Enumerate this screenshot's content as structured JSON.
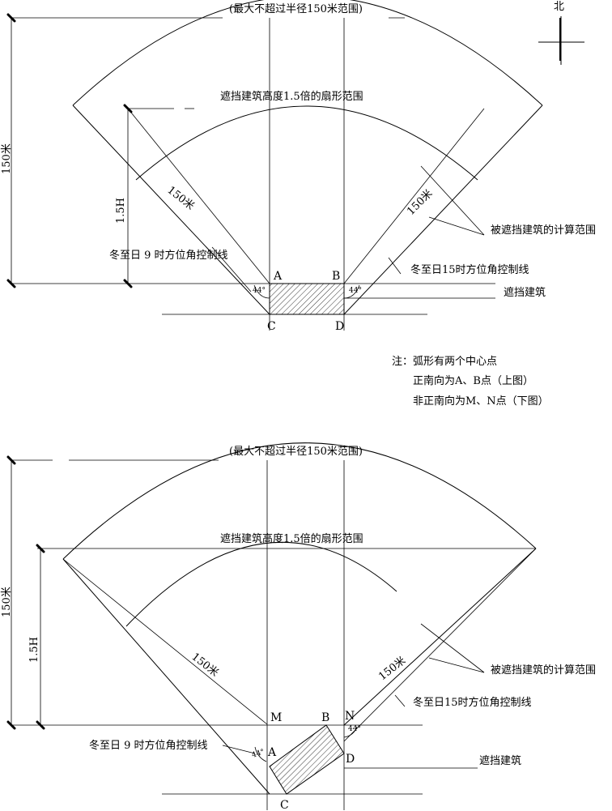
{
  "north_label": "北",
  "note": {
    "title": "注：弧形有两个中心点",
    "line1": "正南向为A、B点（上图）",
    "line2": "非正南向为M、N点（下图）"
  },
  "top": {
    "max_range": "(最大不超过半径150米范围)",
    "fan_label": "遮挡建筑高度1.5倍的扇形范围",
    "dim_150": "150米",
    "dim_15h": "1.5H",
    "radius_left": "150米",
    "radius_right": "150米",
    "calc_range": "被遮挡建筑的计算范围",
    "line_9": "冬至日 9 时方位角控制线",
    "line_15": "冬至日15时方位角控制线",
    "building": "遮挡建筑",
    "angle_left": "44°",
    "angle_right": "44°",
    "pt_a": "A",
    "pt_b": "B",
    "pt_c": "C",
    "pt_d": "D"
  },
  "bottom": {
    "max_range": "(最大不超过半径150米范围)",
    "fan_label": "遮挡建筑高度1.5倍的扇形范围",
    "dim_150": "150米",
    "dim_15h": "1.5H",
    "radius_left": "150米",
    "radius_right": "150米",
    "calc_range": "被遮挡建筑的计算范围",
    "line_15": "冬至日15时方位角控制线",
    "line_9": "冬至日 9 时方位角控制线",
    "building": "遮挡建筑",
    "angle_left": "44°",
    "angle_right": "44°",
    "pt_m": "M",
    "pt_n": "N",
    "pt_a": "A",
    "pt_b": "B",
    "pt_c": "C",
    "pt_d": "D"
  }
}
